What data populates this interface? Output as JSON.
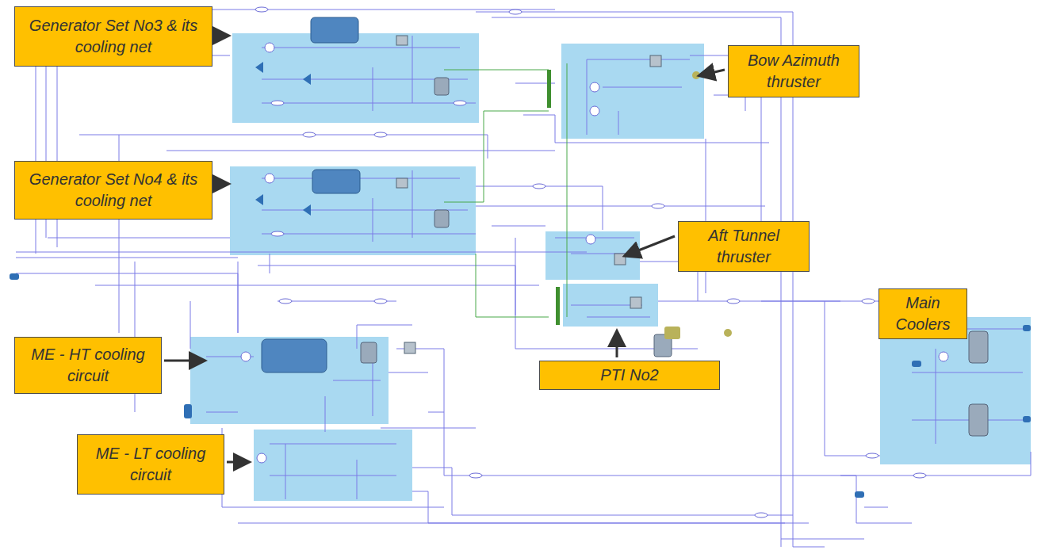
{
  "diagram": {
    "nodes": [
      {
        "text": [
          "Generator Set No3 & its cooling net"
        ]
      },
      {
        "text": [
          "Bow Azimuth thruster"
        ]
      },
      {
        "text": [
          "Generator Set No4 & its cooling net"
        ]
      },
      {
        "text": [
          "Aft Tunnel thruster"
        ]
      },
      {
        "text": [
          "Main Coolers"
        ]
      },
      {
        "text": [
          "ME - HT cooling circuit"
        ]
      },
      {
        "text": [
          "PTI No2"
        ]
      },
      {
        "text": [
          "ME - LT cooling circuit"
        ]
      }
    ]
  }
}
